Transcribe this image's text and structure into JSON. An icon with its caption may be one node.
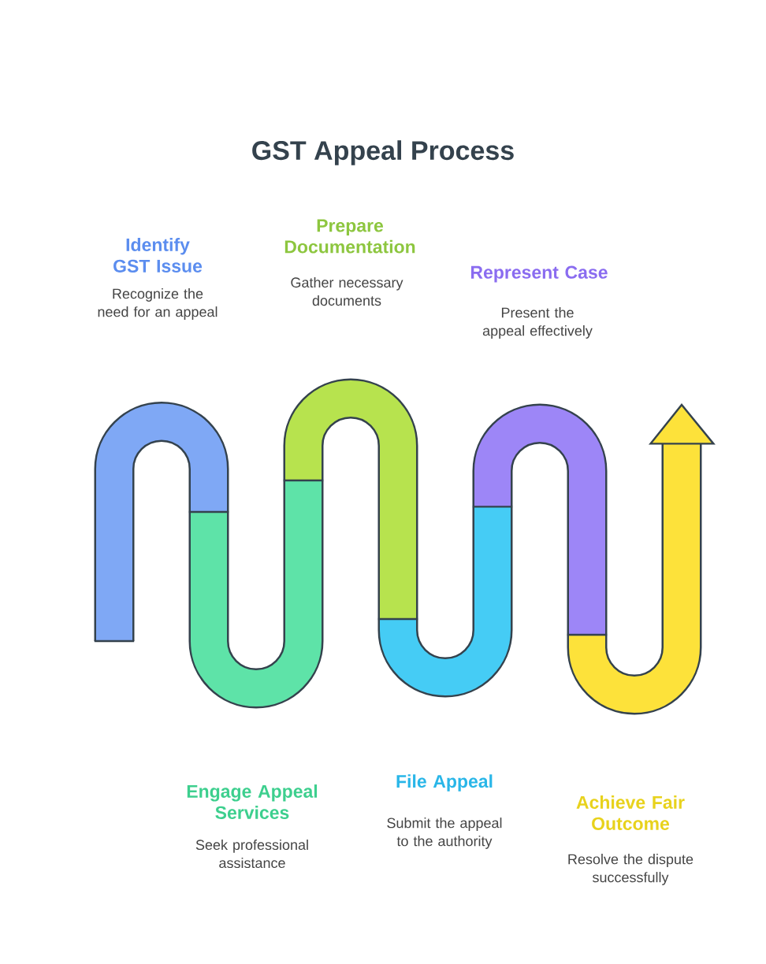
{
  "diagram": {
    "title": "GST Appeal Process",
    "labels": [
      "Identify GST Issue",
      "Recognize the need for an appeal",
      "Prepare Documentation",
      "Gather necessary documents",
      "Represent Case",
      "Present the appeal effectively",
      "Engage Appeal Services",
      "Seek professional assistance",
      "File Appeal",
      "Submit the appeal to the authority",
      "Achieve Fair Outcome",
      "Resolve the dispute successfully"
    ]
  }
}
